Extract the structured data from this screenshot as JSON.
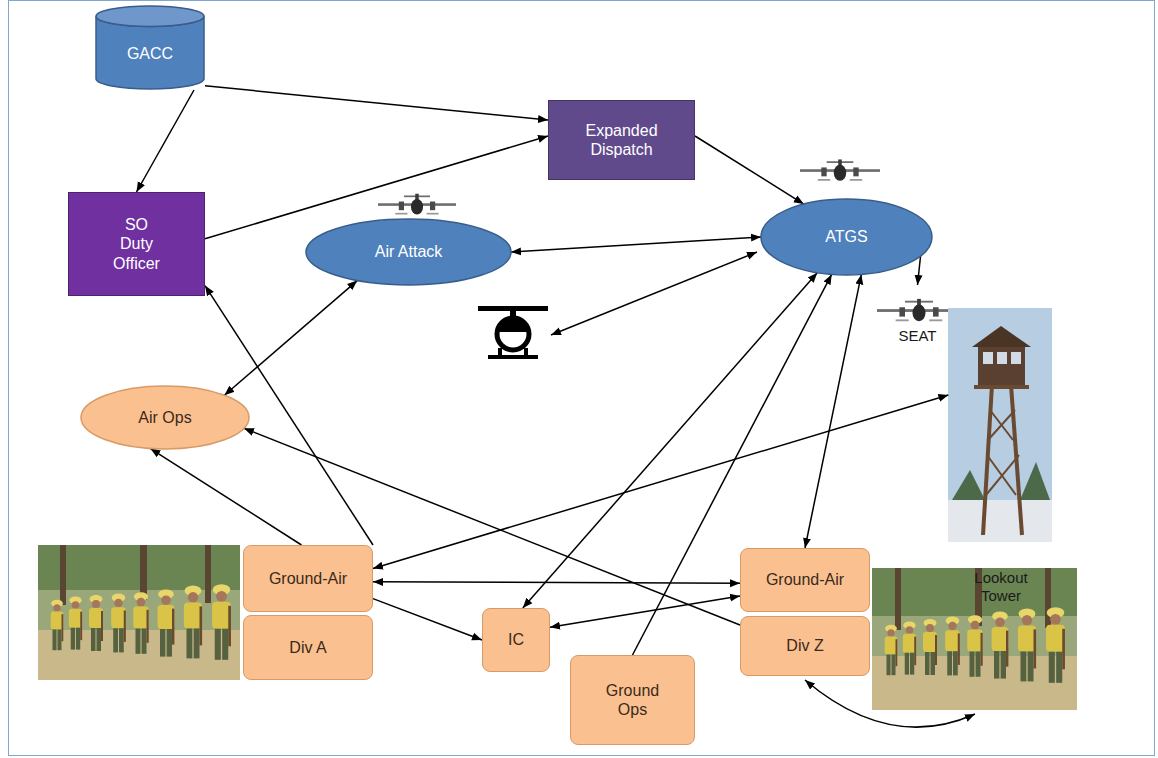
{
  "diagram": {
    "nodes": [
      {
        "text": [
          "GACC"
        ]
      },
      {
        "text": [
          "SO Duty Officer"
        ]
      },
      {
        "text": [
          "Expanded Dispatch"
        ]
      },
      {
        "text": [
          "Air Attack"
        ]
      },
      {
        "text": [
          "ATGS"
        ]
      },
      {
        "text": [
          "SEAT"
        ]
      },
      {
        "text": [
          "Lookout Tower"
        ]
      },
      {
        "text": [
          "Air Ops"
        ]
      },
      {
        "text": [
          "Ground-Air"
        ]
      },
      {
        "text": [
          "Div A"
        ]
      },
      {
        "text": [
          "IC"
        ]
      },
      {
        "text": [
          "Ground Ops"
        ]
      },
      {
        "text": [
          "Ground-Air"
        ]
      },
      {
        "text": [
          "Div Z"
        ]
      }
    ],
    "edges": [
      {
        "from": 0,
        "to": 1,
        "arrow": "to"
      },
      {
        "from": 0,
        "to": 2,
        "arrow": "to"
      },
      {
        "from": 1,
        "to": 2,
        "arrow": "to"
      },
      {
        "from": 2,
        "to": 4,
        "arrow": "to"
      },
      {
        "from": 3,
        "to": 4,
        "arrow": "both"
      },
      {
        "from": 4,
        "to": 5,
        "arrow": "to"
      },
      {
        "from": 3,
        "to": 7,
        "arrow": "both"
      },
      {
        "from": 8,
        "to": 7,
        "arrow": "to"
      },
      {
        "from": 8,
        "to": 1,
        "arrow": "to"
      },
      {
        "from": 8,
        "to": 6,
        "arrow": "both"
      },
      {
        "from": 8,
        "to": 12,
        "arrow": "both"
      },
      {
        "from": 8,
        "to": 10,
        "arrow": "to"
      },
      {
        "from": 10,
        "to": 12,
        "arrow": "both"
      },
      {
        "from": 10,
        "to": 4,
        "arrow": "both"
      },
      {
        "from": 11,
        "to": 4,
        "arrow": "to"
      },
      {
        "from": 4,
        "to": 12,
        "arrow": "both"
      },
      {
        "from": 13,
        "to": 7,
        "arrow": "to"
      }
    ]
  }
}
